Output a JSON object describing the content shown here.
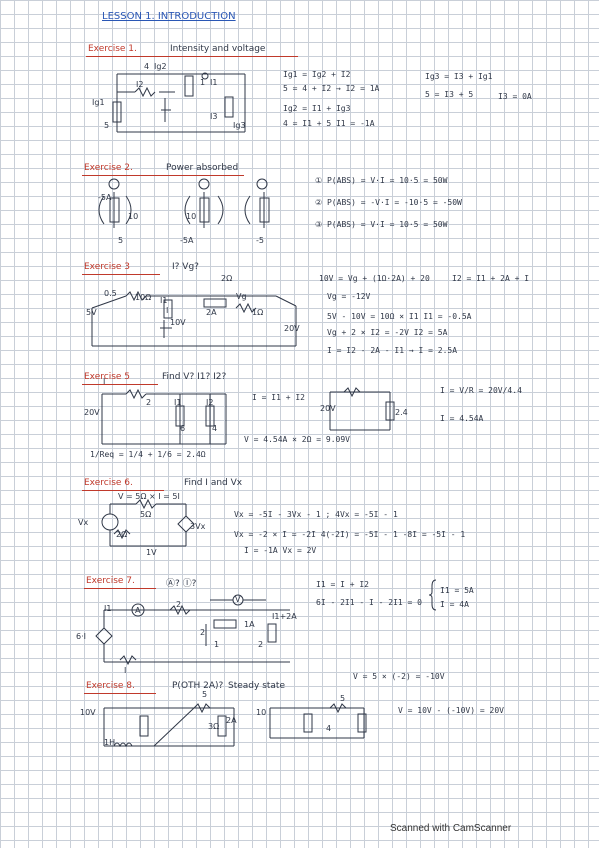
{
  "header": {
    "lesson_title": "LESSON 1. INTRODUCTION"
  },
  "ex1": {
    "title": "Exercise 1.",
    "subtitle": "Intensity and voltage",
    "labels": [
      "Ig2",
      "I2",
      "Ig1",
      "I1",
      "I3",
      "Ig3",
      "5",
      "4",
      "1"
    ],
    "eqs": [
      "Ig1 = Ig2 + I2",
      "5 = 4 + I2 → I2 = 1A",
      "Ig2 = I1 + Ig3",
      "4 = I1 + 5  I1 = -1A",
      "Ig3 = I3 + Ig1",
      "5 = I3 + 5",
      "I3 = 0A"
    ]
  },
  "ex2": {
    "title": "Exercise 2.",
    "subtitle": "Power absorbed",
    "labels": [
      "-5A",
      "10",
      "5",
      "10",
      "-5A",
      "-5"
    ],
    "eqs": [
      "① P(ABS) = V·I = 10·5 = 50W",
      "② P(ABS) = -V·I = -10·5 = -50W",
      "③ P(ABS) = V·I = 10·5 = 50W"
    ]
  },
  "ex3": {
    "title": "Exercise 3",
    "subtitle": "I? Vg?",
    "labels": [
      "0.5",
      "10Ω",
      "2Ω",
      "5V",
      "10V",
      "2A",
      "Vg",
      "1Ω",
      "20V",
      "I",
      "I1"
    ],
    "eqs": [
      "10V = Vg + (1Ω·2A) + 20",
      "Vg = -12V",
      "I2 = I1 + 2A + I",
      "5V - 10V = 10Ω × I1   I1 = -0.5A",
      "Vg + 2 × I2 = -2V   I2 = 5A",
      "I = I2 - 2A - I1 → I = 2.5A"
    ]
  },
  "ex5": {
    "title": "Exercise 5",
    "subtitle": "Find V? I1? I2?",
    "labels": [
      "I",
      "2",
      "I1",
      "I2",
      "20V",
      "6",
      "4",
      "20V",
      "2.4"
    ],
    "eqs": [
      "I = I1 + I2",
      "I = V/R = 20V/4.4",
      "I = 4.54A",
      "V = 4.54A × 2Ω = 9.09V",
      "1/Req = 1/4 + 1/6 = 2.4Ω"
    ]
  },
  "ex6": {
    "title": "Exercise 6.",
    "subtitle": "Find I and Vx",
    "labels": [
      "V = 5Ω × I = 5I",
      "5Ω",
      "Vx",
      "2Ω",
      "3Vx",
      "1V"
    ],
    "eqs": [
      "Vx = -5I - 3Vx - 1   ;  4Vx = -5I - 1",
      "Vx = -2 × I = -2I     4(-2I) = -5I - 1   -8I = -5I - 1",
      "I = -1A    Vx = 2V"
    ]
  },
  "ex7": {
    "title": "Exercise 7.",
    "subtitle": "Ⓐ?  Ⓘ?",
    "labels": [
      "I1",
      "A",
      "2",
      "V",
      "1A",
      "I1+2A",
      "6·I",
      "2",
      "1",
      "2",
      "I"
    ],
    "eqs": [
      "I1 = I + I2",
      "6I - 2I1 - I - 2I1 = 0",
      "I1 = 5A",
      "I = 4A"
    ]
  },
  "ex8": {
    "title": "Exercise 8.",
    "subtitle": "P(OTH 2A)?",
    "subtitle2": "Steady state",
    "labels": [
      "10V",
      "5",
      "3Ω",
      "2A",
      "1H",
      "10",
      "5",
      "4",
      "V = 5 × (-2) = -10V"
    ],
    "eqs": [
      "V = 10V - (-10V) = 20V"
    ]
  },
  "footer": {
    "scanned": "Scanned with CamScanner"
  }
}
